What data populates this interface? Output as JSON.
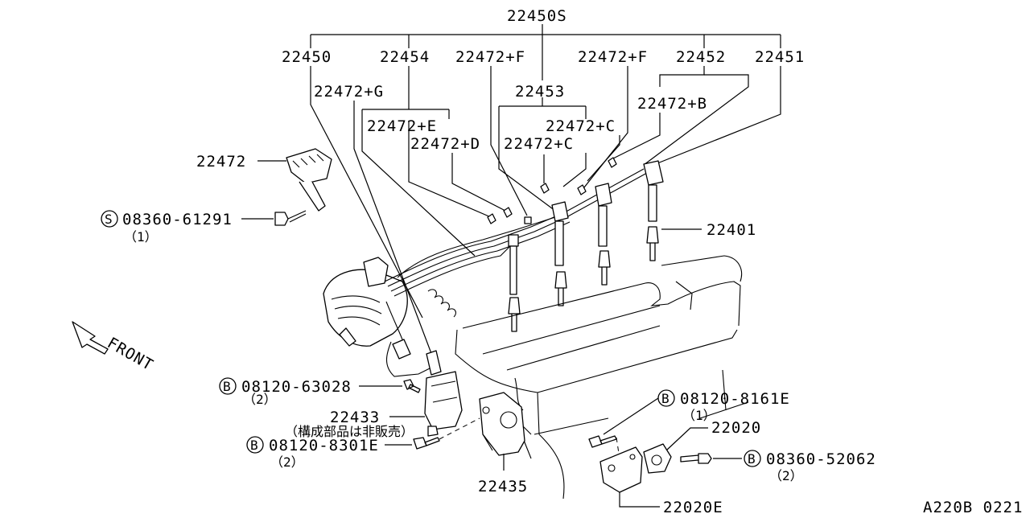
{
  "diagram": {
    "assembly_label": "22450S",
    "front_label": "FRONT",
    "figure_code": "A220B 0221",
    "callouts": {
      "p22450": "22450",
      "p22454": "22454",
      "p22472F_1": "22472+F",
      "p22472F_2": "22472+F",
      "p22452": "22452",
      "p22451": "22451",
      "p22472G": "22472+G",
      "p22453": "22453",
      "p22472B": "22472+B",
      "p22472E": "22472+E",
      "p22472C_1": "22472+C",
      "p22472D": "22472+D",
      "p22472C_2": "22472+C",
      "p22472": "22472",
      "p22401": "22401",
      "p22433": "22433",
      "p22433_note": "（構成部品は非販売）",
      "p22435": "22435",
      "p22020": "22020",
      "p22020E": "22020E"
    },
    "fasteners": [
      {
        "symbol": "S",
        "part": "08360-61291",
        "qty": "（1）"
      },
      {
        "symbol": "B",
        "part": "08120-63028",
        "qty": "（2）"
      },
      {
        "symbol": "B",
        "part": "08120-8301E",
        "qty": "（2）"
      },
      {
        "symbol": "B",
        "part": "08120-8161E",
        "qty": "（1）"
      },
      {
        "symbol": "B",
        "part": "08360-52062",
        "qty": "（2）"
      }
    ]
  }
}
